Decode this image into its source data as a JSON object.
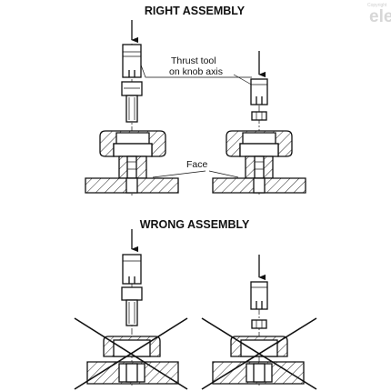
{
  "titles": {
    "right": "RIGHT ASSEMBLY",
    "wrong": "WRONG ASSEMBLY"
  },
  "labels": {
    "thrust_line1": "Thrust tool",
    "thrust_line2": "on knob axis",
    "face": "Face"
  },
  "watermark": {
    "brand": "elesa",
    "small": "Copyright"
  },
  "icons": [
    "down-arrow-icon",
    "cross-out-icon"
  ]
}
